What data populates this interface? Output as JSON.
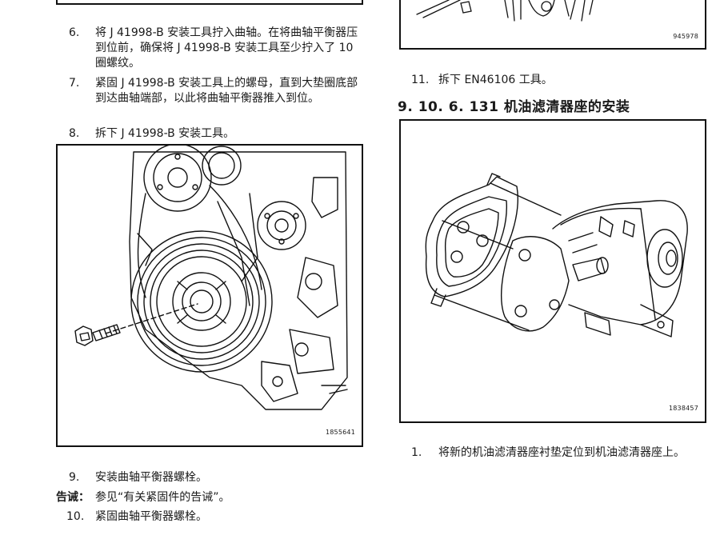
{
  "left_column": {
    "steps_top": [
      {
        "num": "6.",
        "text": "将 J 41998-B 安装工具拧入曲轴。在将曲轴平衡器压到位前，确保将 J 41998-B 安装工具至少拧入了 10 圈螺纹。"
      },
      {
        "num": "7.",
        "text": "紧固 J 41998-B 安装工具上的螺母，直到大垫圈底部到达曲轴端部，以此将曲轴平衡器推入到位。"
      },
      {
        "num": "8.",
        "text": "拆下 J 41998-B 安装工具。"
      }
    ],
    "figure_id": "1855641",
    "steps_bottom": [
      {
        "num": "9.",
        "text": "安装曲轴平衡器螺栓。"
      }
    ],
    "caution": {
      "label": "告诫：",
      "text": "参见“有关紧固件的告诫”。"
    },
    "steps_last": [
      {
        "num": "10.",
        "text": "紧固曲轴平衡器螺栓。"
      }
    ]
  },
  "right_column": {
    "top_figure_id": "945978",
    "step_11": {
      "num": "11.",
      "text": "拆下 EN46106 工具。"
    },
    "section_heading": "9. 10. 6. 131  机油滤清器座的安装",
    "figure_id": "1838457",
    "step_1": {
      "num": "1.",
      "text": "将新的机油滤清器座衬垫定位到机油滤清器座上。"
    }
  }
}
